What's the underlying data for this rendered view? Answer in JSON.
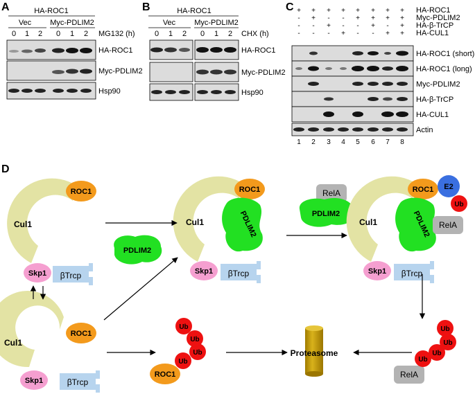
{
  "panels": {
    "A": {
      "letter": "A",
      "header": "HA-ROC1",
      "groups": [
        "Vec",
        "Myc-PDLIM2"
      ],
      "lane_labels": [
        "0",
        "1",
        "2",
        "0",
        "1",
        "2"
      ],
      "treatment": "MG132 (h)",
      "blots": [
        "HA-ROC1",
        "Myc-PDLIM2",
        "Hsp90"
      ]
    },
    "B": {
      "letter": "B",
      "header": "HA-ROC1",
      "groups": [
        "Vec",
        "Myc-PDLIM2"
      ],
      "lane_labels": [
        "0",
        "1",
        "2",
        "0",
        "1",
        "2"
      ],
      "treatment": "CHX (h)",
      "blots": [
        "HA-ROC1",
        "Myc-PDLIM2",
        "Hsp90"
      ]
    },
    "C": {
      "letter": "C",
      "rows": [
        {
          "label": "HA-ROC1",
          "signs": [
            "+",
            "+",
            "+",
            "+",
            "+",
            "+",
            "+",
            "+"
          ]
        },
        {
          "label": "Myc-PDLIM2",
          "signs": [
            "-",
            "+",
            "-",
            "-",
            "+",
            "+",
            "+",
            "+"
          ]
        },
        {
          "label": "HA-β-TrCP",
          "signs": [
            "-",
            "-",
            "+",
            "-",
            "-",
            "+",
            "-",
            "+"
          ]
        },
        {
          "label": "HA-CUL1",
          "signs": [
            "-",
            "-",
            "-",
            "+",
            "-",
            "-",
            "+",
            "+"
          ]
        }
      ],
      "blots": [
        "HA-ROC1 (short)",
        "HA-ROC1 (long)",
        "Myc-PDLIM2",
        "HA-β-TrCP",
        "HA-CUL1",
        "Actin"
      ],
      "lane_numbers": [
        "1",
        "2",
        "3",
        "4",
        "5",
        "6",
        "7",
        "8"
      ]
    },
    "D": {
      "letter": "D",
      "labels": {
        "cul1": "Cul1",
        "roc1": "ROC1",
        "skp1": "Skp1",
        "btrcp": "βTrcp",
        "pdlim2": "PDLIM2",
        "rela": "RelA",
        "e2": "E2",
        "ub": "Ub",
        "proteasome": "Proteasome"
      }
    }
  },
  "colors": {
    "cul1": "#e3e3a4",
    "roc1": "#f39a1c",
    "skp1": "#f59fd0",
    "btrcp": "#b7d4ee",
    "pdlim2": "#22e022",
    "rela": "#b3b3b3",
    "e2": "#3a6fe0",
    "ub": "#ee1111",
    "proteasome": "#c9a200",
    "blot_bg": "#dcdcdc"
  }
}
